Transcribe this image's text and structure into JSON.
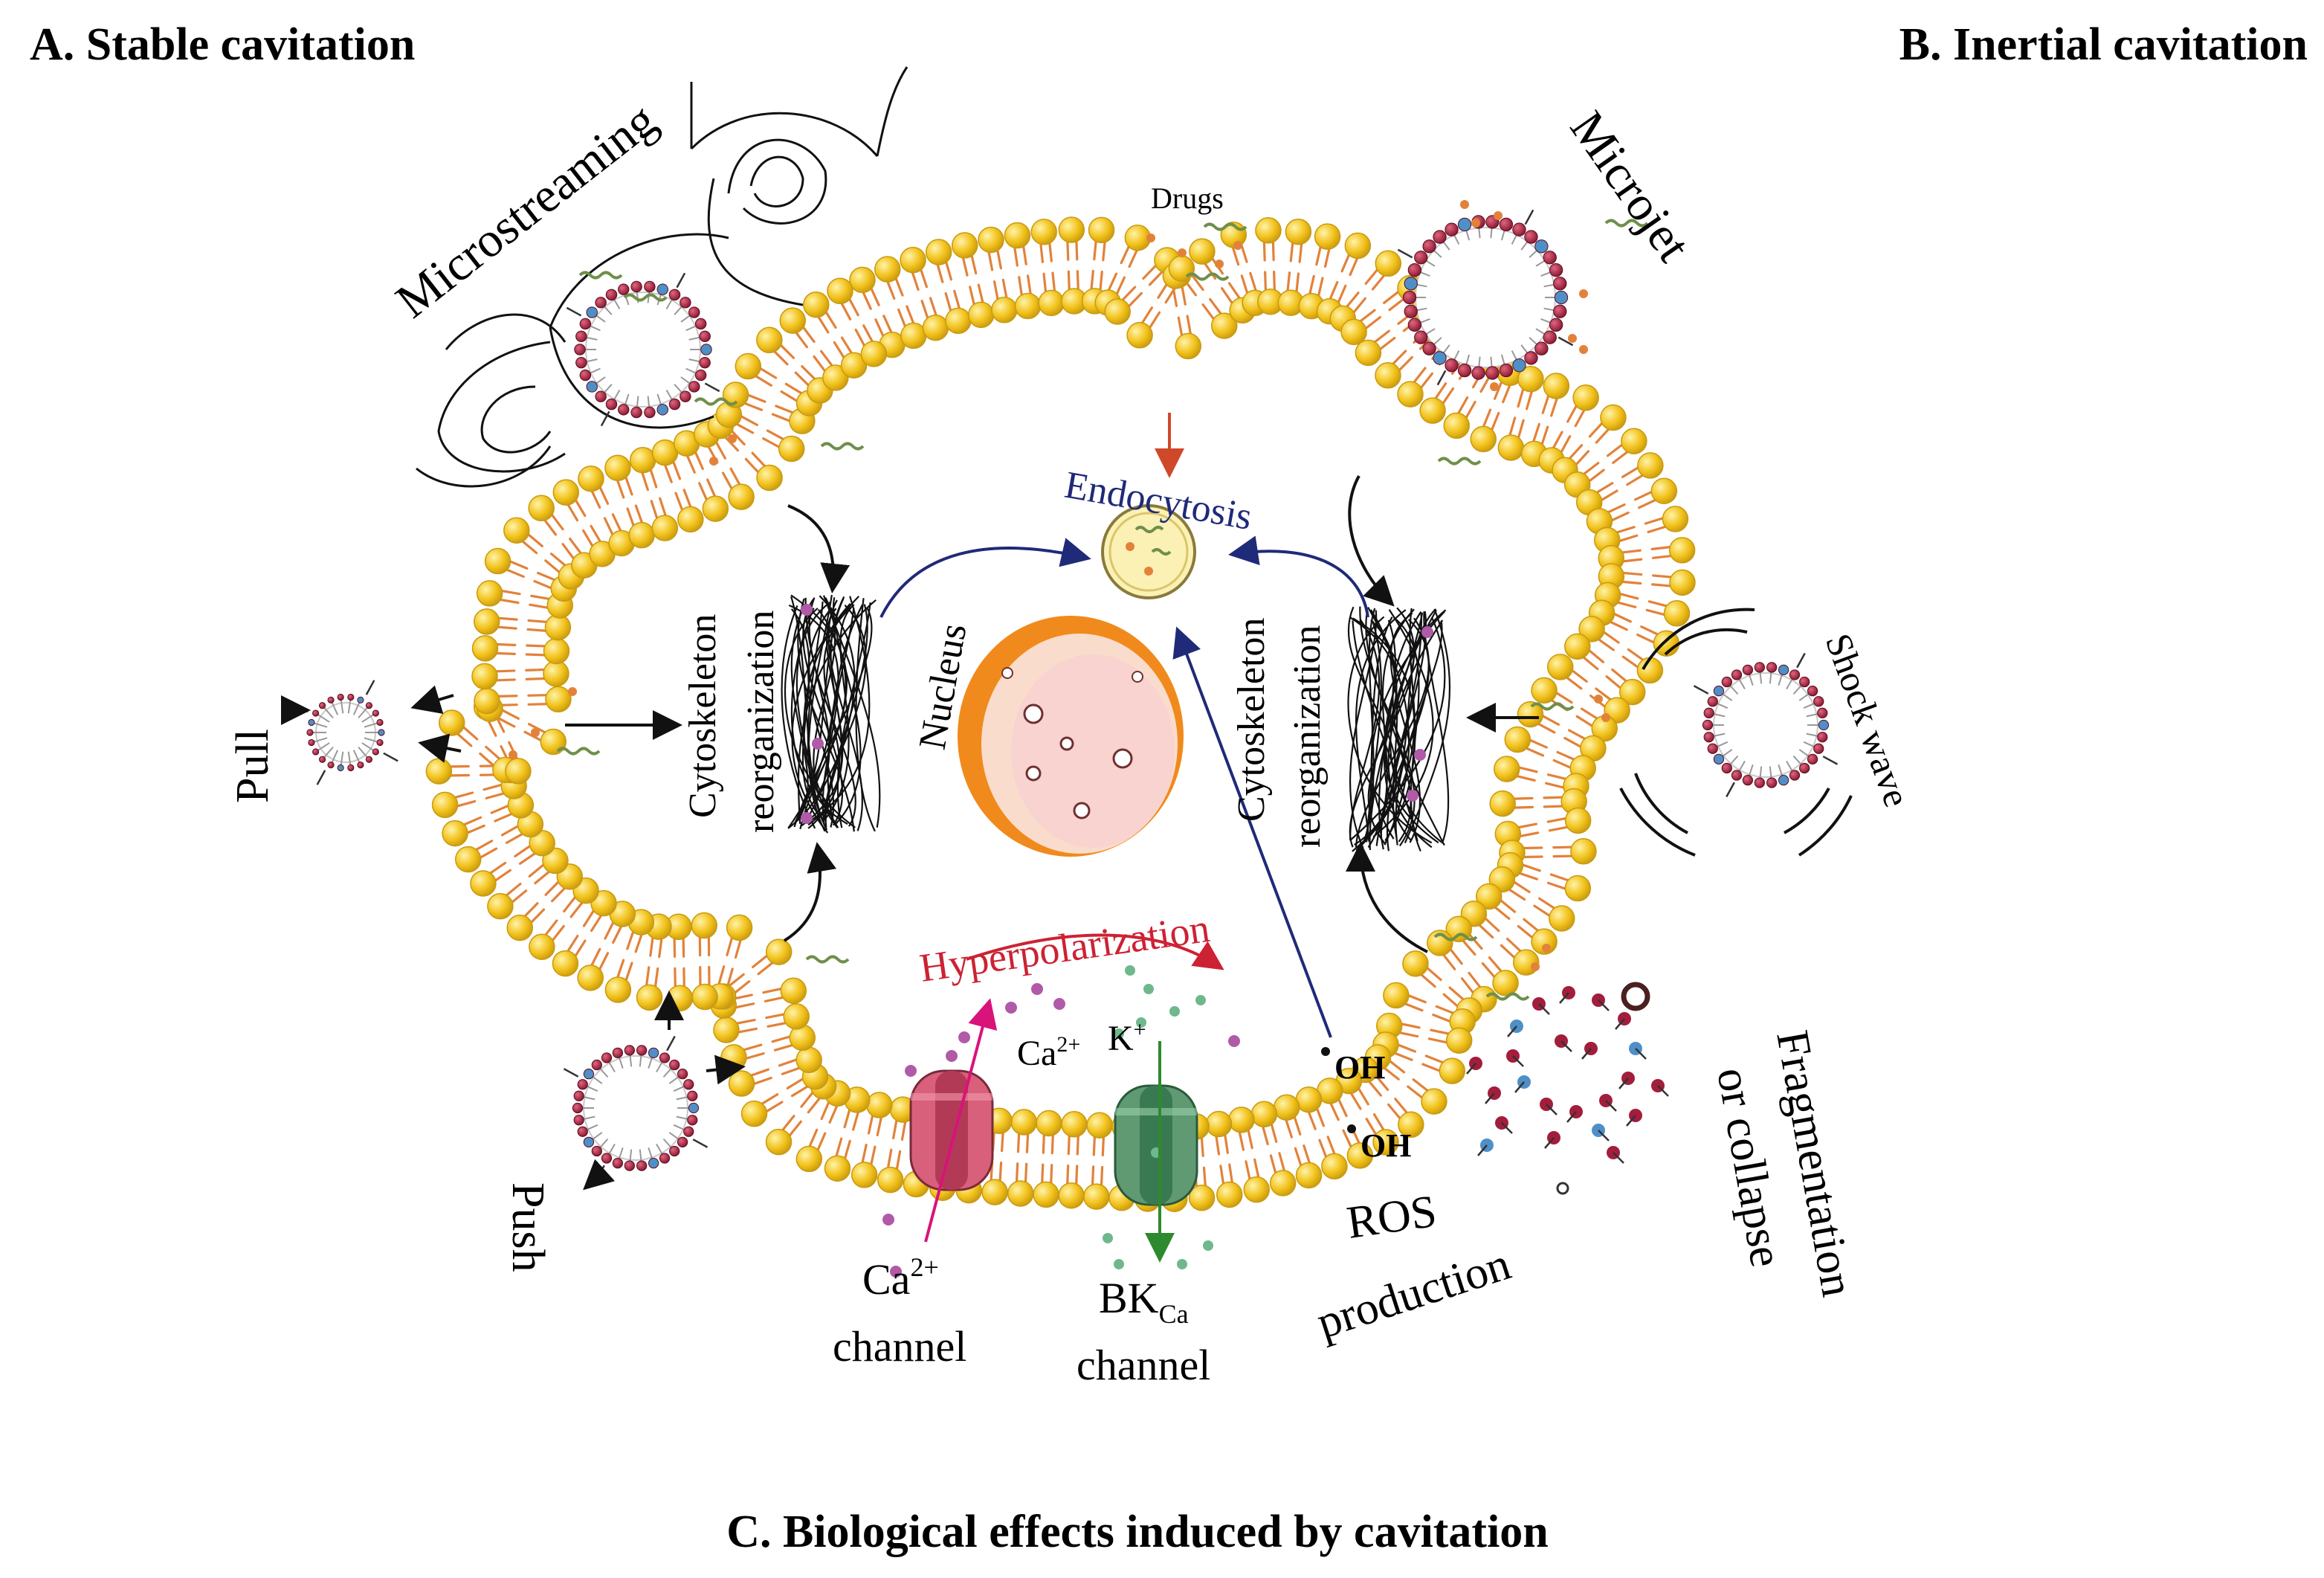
{
  "panels": {
    "a_title": "A. Stable cavitation",
    "b_title": "B. Inertial cavitation",
    "c_title": "C. Biological effects induced by cavitation"
  },
  "labels": {
    "microstreaming": "Microstreaming",
    "microjet": "Microjet",
    "drugs": "Drugs",
    "endocytosis": "Endocytosis",
    "cytoskeleton": "Cytoskeleton",
    "reorganization": "reorganization",
    "nucleus": "Nucleus",
    "pull": "Pull",
    "push": "Push",
    "shock_wave": "Shock wave",
    "hyperpolarization": "Hyperpolarization",
    "ca_ion": "Ca",
    "ca_sup": "2+",
    "k_ion": "K",
    "k_sup": "+",
    "ca_channel_line1_base": "Ca",
    "ca_channel_line1_sup": "2+",
    "ca_channel_line2": "channel",
    "bk_base": "BK",
    "bk_sub": "Ca",
    "bk_line2": "channel",
    "oh": "OH",
    "ros": "ROS",
    "production": "production",
    "fragmentation": "Fragmentation",
    "or_collapse": "or collapse"
  },
  "colors": {
    "lipid_head": "#f2c21b",
    "lipid_head_edge": "#c99a10",
    "lipid_tail": "#e2823a",
    "bubble_head": "#a31d3c",
    "bubble_dot": "#4f8fc8",
    "nucleus_outer": "#f08a1c",
    "nucleus_inner": "#fadccc",
    "endosome": "#fbf1b5",
    "endocytosis_text": "#1f2a78",
    "hyper_text": "#cc2233",
    "ca_channel": "#d9607a",
    "bk_channel": "#5f9a72",
    "arrow_blue": "#1f2a78",
    "arrow_red": "#d0482a",
    "arrow_pink": "#d8137a",
    "arrow_green": "#2e8a2e",
    "ion_purple": "#b05aa8",
    "ion_green": "#6fb88c"
  },
  "icons": [
    "microbubble-icon",
    "lipid-bilayer-icon",
    "nucleus-icon",
    "endosome-icon",
    "cytoskeleton-fibers-icon",
    "ion-channel-icon",
    "shock-wave-icon",
    "streamline-icon"
  ]
}
